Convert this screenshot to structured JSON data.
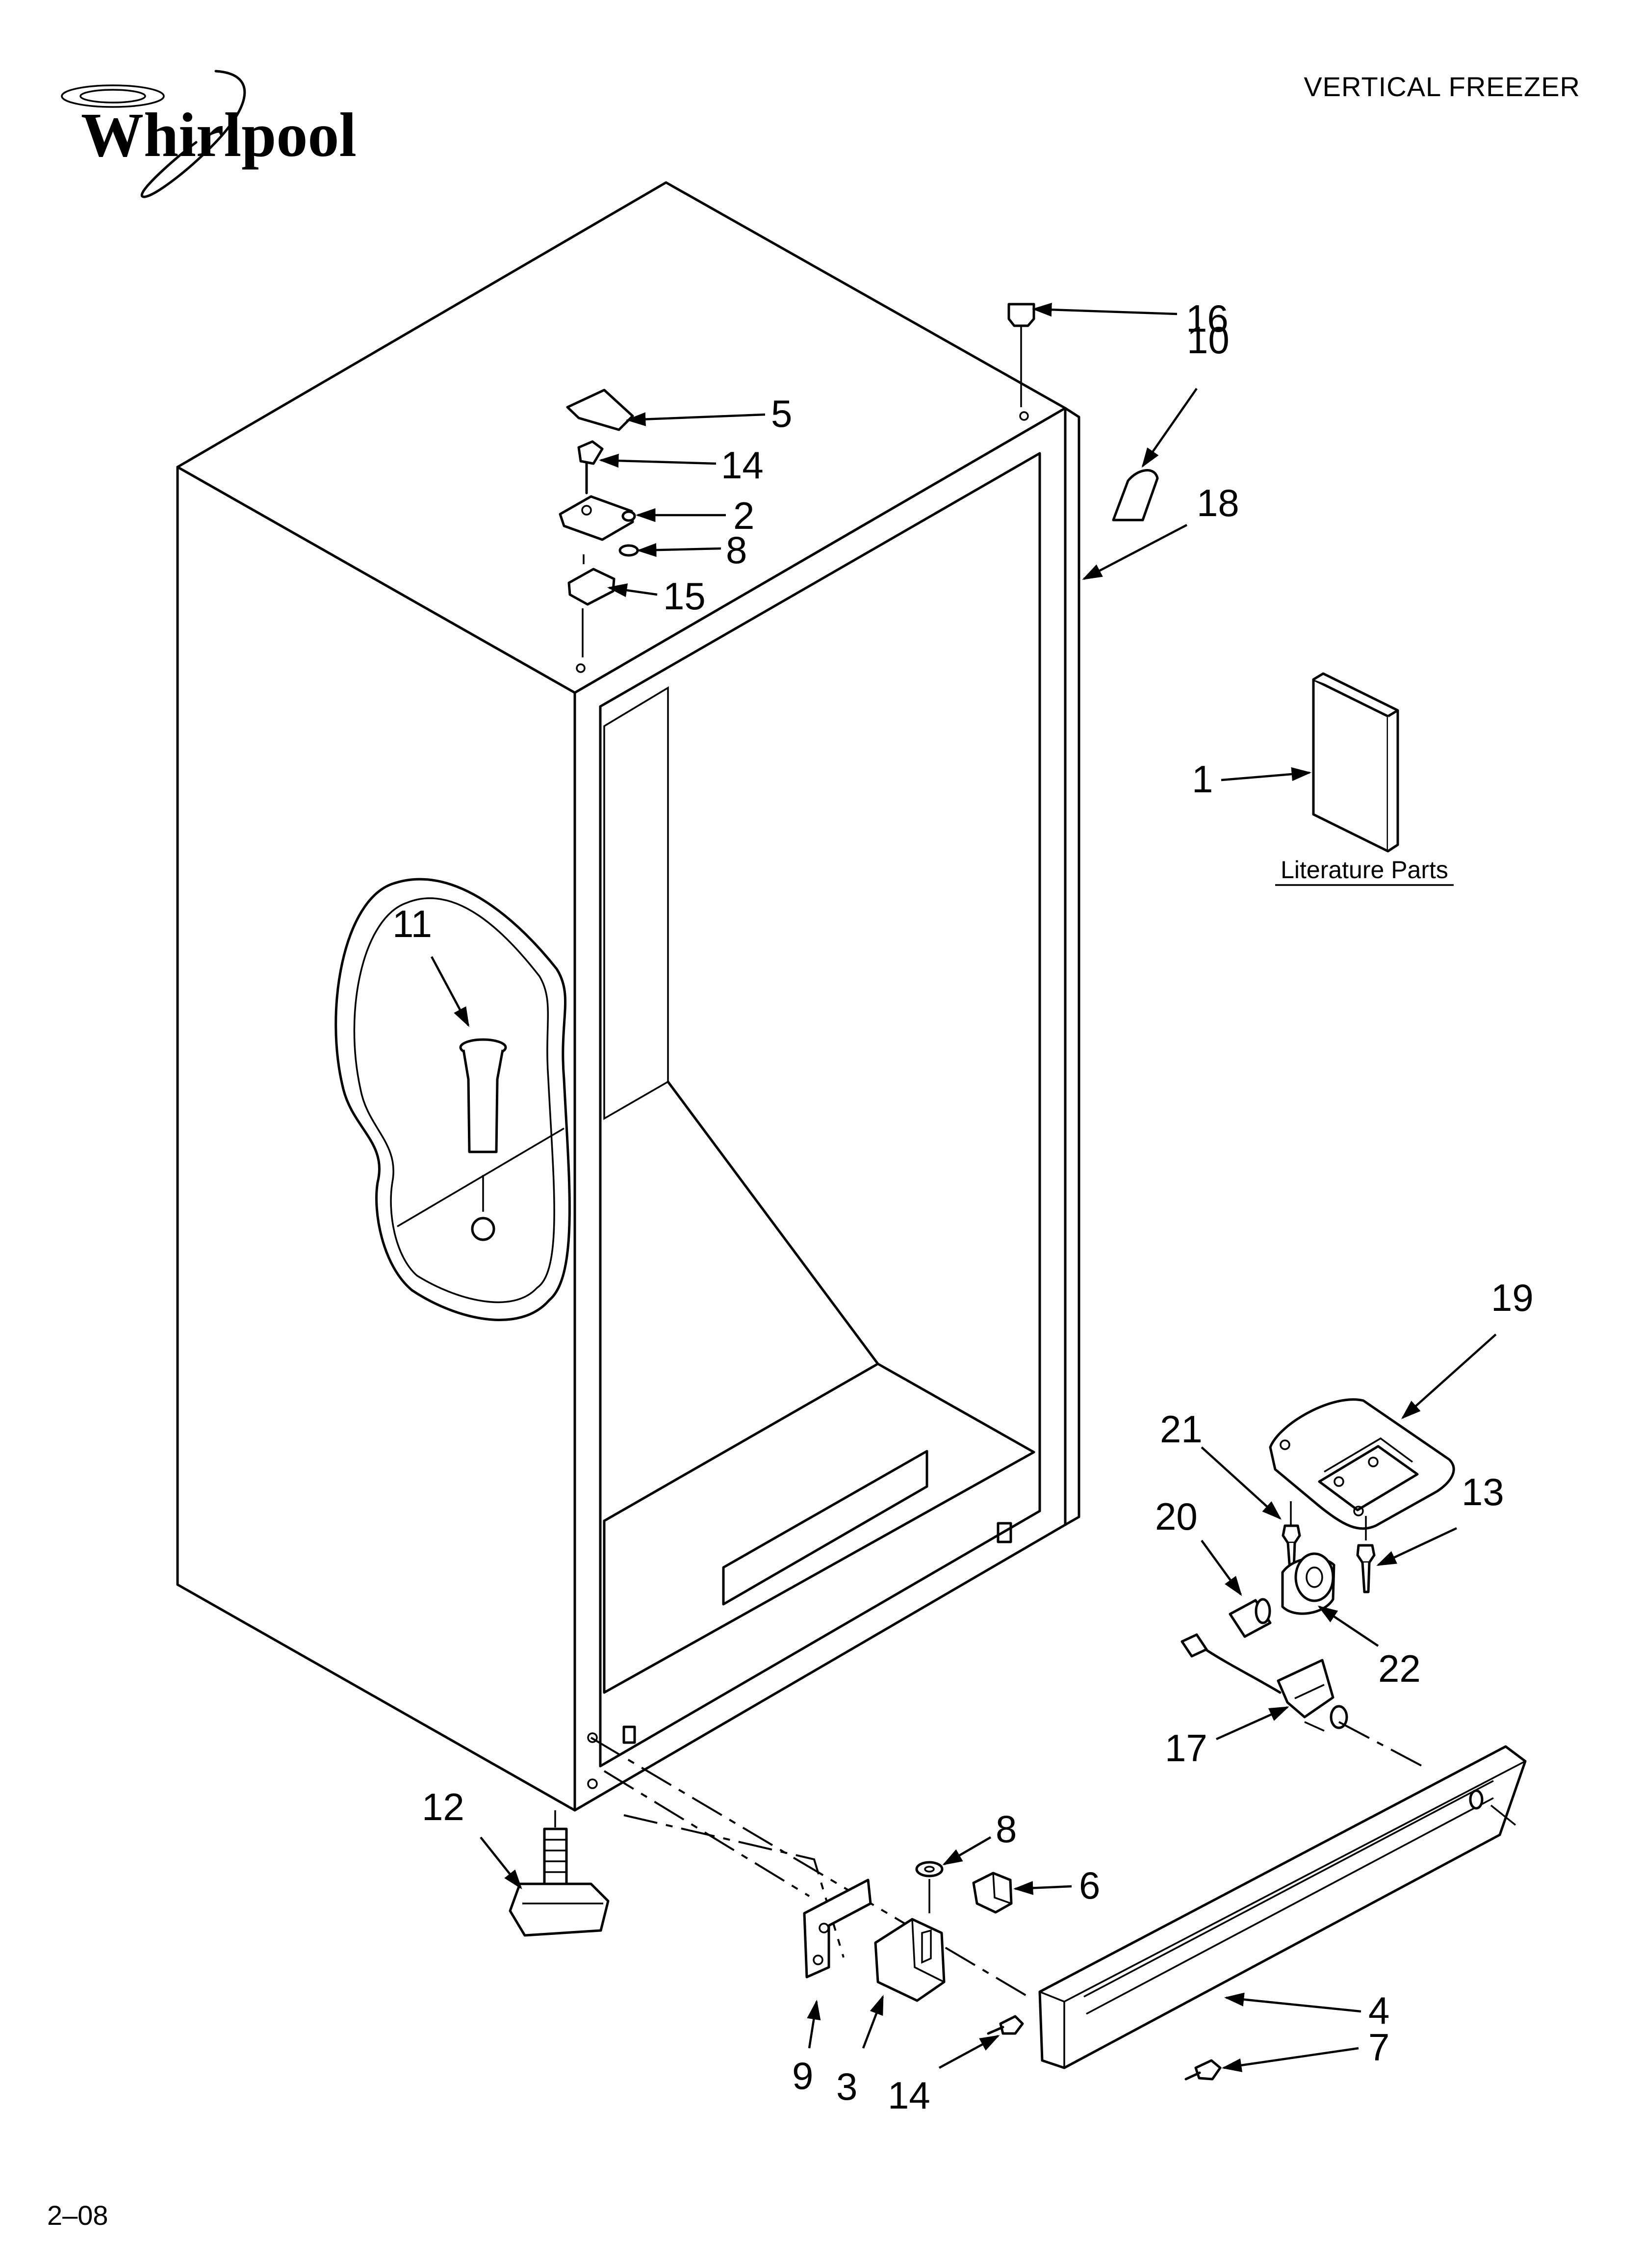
{
  "header": {
    "brand": "Whirlpool",
    "title": "VERTICAL FREEZER"
  },
  "literature": {
    "label": "Literature Parts"
  },
  "callouts": [
    {
      "id": "c16",
      "text": "16"
    },
    {
      "id": "c10",
      "text": "10"
    },
    {
      "id": "c5",
      "text": "5"
    },
    {
      "id": "c14a",
      "text": "14"
    },
    {
      "id": "c2",
      "text": "2"
    },
    {
      "id": "c8a",
      "text": "8"
    },
    {
      "id": "c15",
      "text": "15"
    },
    {
      "id": "c18",
      "text": "18"
    },
    {
      "id": "c1",
      "text": "1"
    },
    {
      "id": "c11",
      "text": "11"
    },
    {
      "id": "c19",
      "text": "19"
    },
    {
      "id": "c21",
      "text": "21"
    },
    {
      "id": "c13",
      "text": "13"
    },
    {
      "id": "c20",
      "text": "20"
    },
    {
      "id": "c22",
      "text": "22"
    },
    {
      "id": "c17",
      "text": "17"
    },
    {
      "id": "c12",
      "text": "12"
    },
    {
      "id": "c8b",
      "text": "8"
    },
    {
      "id": "c6",
      "text": "6"
    },
    {
      "id": "c4",
      "text": "4"
    },
    {
      "id": "c7",
      "text": "7"
    },
    {
      "id": "c9",
      "text": "9"
    },
    {
      "id": "c3",
      "text": "3"
    },
    {
      "id": "c14b",
      "text": "14"
    }
  ],
  "footer": {
    "code": "2–08"
  }
}
